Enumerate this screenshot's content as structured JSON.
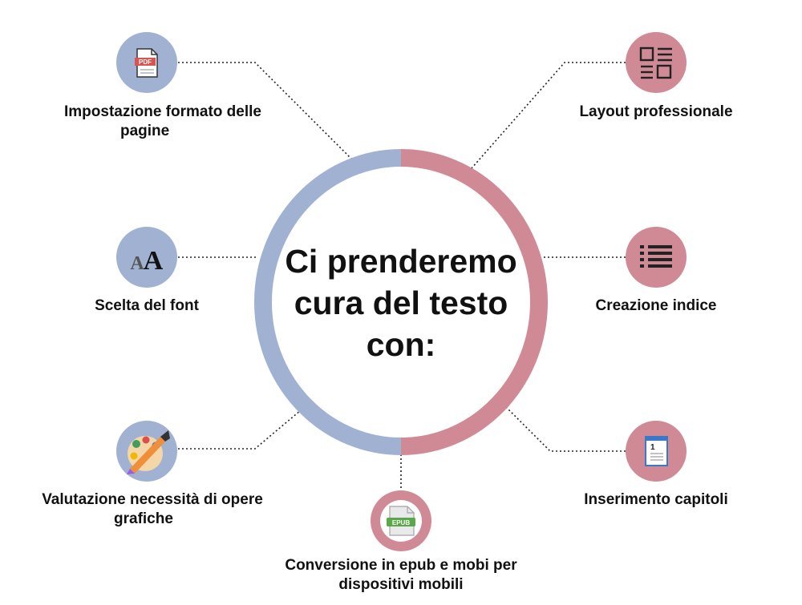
{
  "colors": {
    "blue": "#a1b1d1",
    "pink": "#cf8a96",
    "connector": "#222222",
    "text": "#111111",
    "background": "#ffffff"
  },
  "center": {
    "lines": [
      "Ci prenderemo",
      "cura del testo",
      "con:"
    ]
  },
  "nodes": [
    {
      "id": "impostazione",
      "color": "blue",
      "icon": "pdf-file-icon",
      "lines": [
        "Impostazione formato delle",
        "pagine"
      ]
    },
    {
      "id": "font",
      "color": "blue",
      "icon": "font-letters-icon",
      "lines": [
        "Scelta del font"
      ]
    },
    {
      "id": "grafiche",
      "color": "blue",
      "icon": "palette-brush-icon",
      "lines": [
        "Valutazione necessità di opere",
        "grafiche"
      ]
    },
    {
      "id": "layout",
      "color": "pink",
      "icon": "layout-grid-icon",
      "lines": [
        "Layout professionale"
      ]
    },
    {
      "id": "indice",
      "color": "pink",
      "icon": "list-index-icon",
      "lines": [
        "Creazione indice"
      ]
    },
    {
      "id": "capitoli",
      "color": "pink",
      "icon": "numbered-page-icon",
      "lines": [
        "Inserimento capitoli"
      ]
    },
    {
      "id": "epub",
      "color": "pink",
      "icon": "epub-file-icon",
      "lines": [
        "Conversione in epub e mobi per",
        "dispositivi mobili"
      ]
    }
  ],
  "icon_texts": {
    "pdf": "PDF",
    "font_small": "A",
    "font_large": "A",
    "page_number": "1",
    "epub": "EPUB"
  }
}
